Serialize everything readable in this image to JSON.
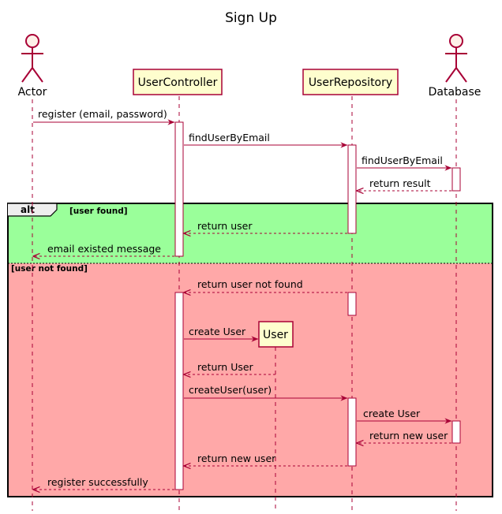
{
  "diagram": {
    "title": "Sign Up",
    "participants": [
      {
        "id": "actor",
        "name": "Actor",
        "kind": "actor"
      },
      {
        "id": "controller",
        "name": "UserController",
        "kind": "participant"
      },
      {
        "id": "repository",
        "name": "UserRepository",
        "kind": "participant"
      },
      {
        "id": "database",
        "name": "Database",
        "kind": "actor"
      }
    ],
    "created_participant": {
      "id": "user",
      "name": "User"
    },
    "fragment": {
      "keyword": "alt",
      "branches": [
        {
          "guard": "[user found]"
        },
        {
          "guard": "[user not found]"
        }
      ]
    },
    "messages": [
      {
        "from": "actor",
        "to": "controller",
        "label": "register (email, password)",
        "style": "sync"
      },
      {
        "from": "controller",
        "to": "repository",
        "label": "findUserByEmail",
        "style": "sync"
      },
      {
        "from": "repository",
        "to": "database",
        "label": "findUserByEmail",
        "style": "sync"
      },
      {
        "from": "database",
        "to": "repository",
        "label": "return result",
        "style": "return"
      },
      {
        "from": "repository",
        "to": "controller",
        "label": "return user",
        "style": "return"
      },
      {
        "from": "controller",
        "to": "actor",
        "label": "email existed message",
        "style": "return"
      },
      {
        "from": "repository",
        "to": "controller",
        "label": "return user not found",
        "style": "return"
      },
      {
        "from": "controller",
        "to": "user",
        "label": "create User",
        "style": "create"
      },
      {
        "from": "user",
        "to": "controller",
        "label": "return User",
        "style": "return"
      },
      {
        "from": "controller",
        "to": "repository",
        "label": "createUser(user)",
        "style": "sync"
      },
      {
        "from": "repository",
        "to": "database",
        "label": "create User",
        "style": "sync"
      },
      {
        "from": "database",
        "to": "repository",
        "label": "return new user",
        "style": "return"
      },
      {
        "from": "repository",
        "to": "controller",
        "label": "return new user",
        "style": "return"
      },
      {
        "from": "controller",
        "to": "actor",
        "label": "register successfully",
        "style": "return"
      }
    ]
  },
  "colors": {
    "arrow": "#a80036",
    "participant_fill": "#fefece",
    "actor_fill": "#fef0e8",
    "frame_border": "#000000",
    "branch1_fill": "#9aff9a",
    "branch2_fill": "#ffa8a8",
    "lifeline": "#a80036"
  }
}
